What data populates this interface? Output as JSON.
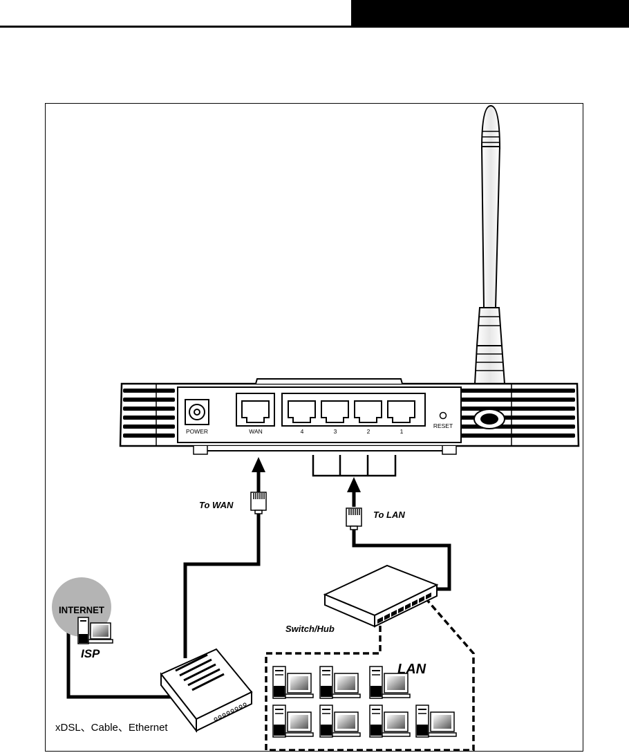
{
  "labels": {
    "power": "POWER",
    "wan": "WAN",
    "lan_ports": [
      "4",
      "3",
      "2",
      "1"
    ],
    "reset": "RESET",
    "to_wan": "To WAN",
    "to_lan": "To LAN",
    "switch_hub": "Switch/Hub",
    "lan": "LAN",
    "internet": "INTERNET",
    "isp": "ISP",
    "connection_types": "xDSL、Cable、Ethernet"
  },
  "colors": {
    "ink": "#000000",
    "panel": "#ffffff",
    "internet_globe": "#b4b4b4",
    "monitor_screen": "#7a7a7a"
  }
}
